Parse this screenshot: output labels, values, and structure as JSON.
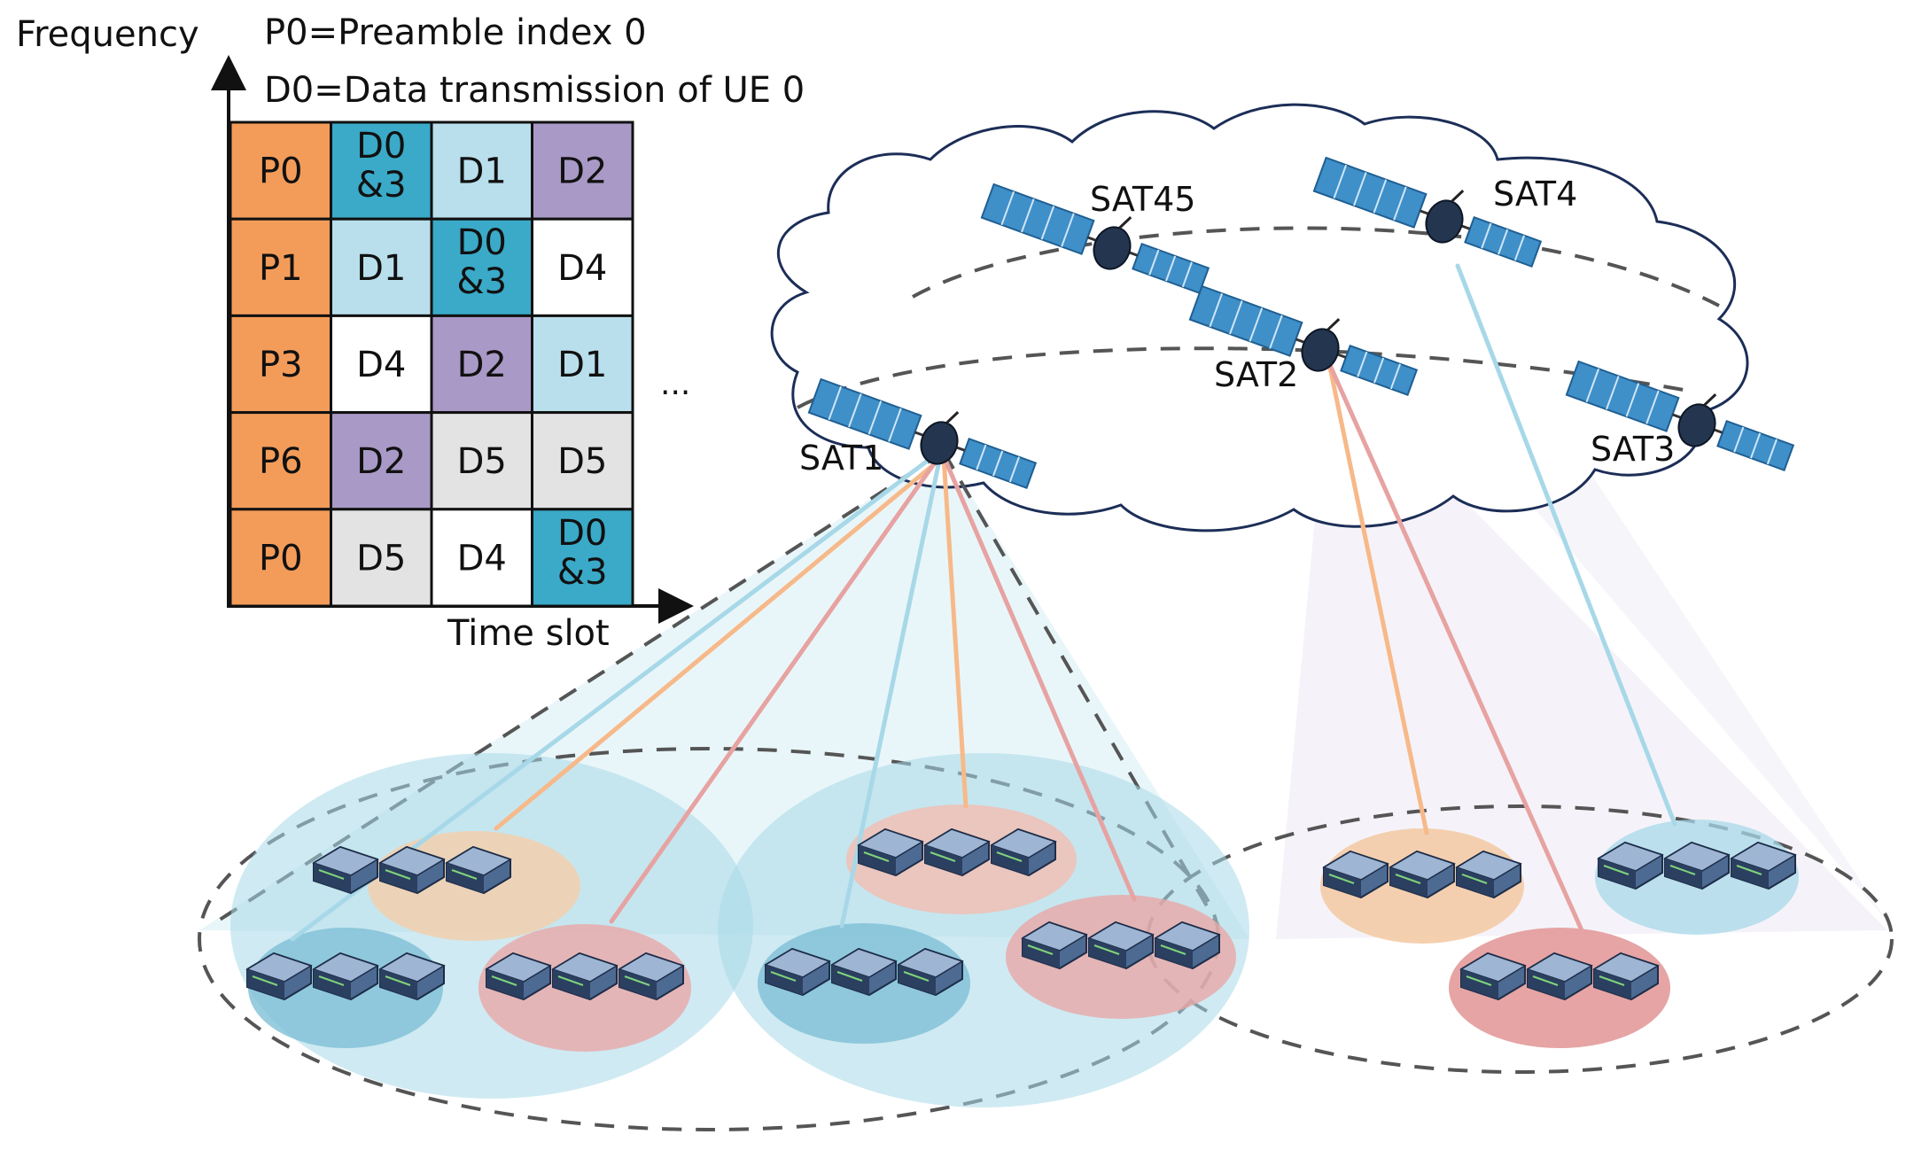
{
  "legend": {
    "frequency_label": "Frequency",
    "line1": "P0=Preamble index 0",
    "line2": "D0=Data transmission of UE 0",
    "time_label": "Time slot",
    "ellipsis": "..."
  },
  "grid": {
    "rows": [
      [
        {
          "t": "P0",
          "c": "orange"
        },
        {
          "t": "D0\n&3",
          "c": "teal"
        },
        {
          "t": "D1",
          "c": "lightblue"
        },
        {
          "t": "D2",
          "c": "purple"
        }
      ],
      [
        {
          "t": "P1",
          "c": "orange"
        },
        {
          "t": "D1",
          "c": "lightblue"
        },
        {
          "t": "D0\n&3",
          "c": "teal"
        },
        {
          "t": "D4",
          "c": "white"
        }
      ],
      [
        {
          "t": "P3",
          "c": "orange"
        },
        {
          "t": "D4",
          "c": "white"
        },
        {
          "t": "D2",
          "c": "purple"
        },
        {
          "t": "D1",
          "c": "lightblue"
        }
      ],
      [
        {
          "t": "P6",
          "c": "orange"
        },
        {
          "t": "D2",
          "c": "purple"
        },
        {
          "t": "D5",
          "c": "gray"
        },
        {
          "t": "D5",
          "c": "gray"
        }
      ],
      [
        {
          "t": "P0",
          "c": "orange"
        },
        {
          "t": "D5",
          "c": "gray"
        },
        {
          "t": "D4",
          "c": "white"
        },
        {
          "t": "D0\n&3",
          "c": "teal"
        }
      ]
    ],
    "colors": {
      "orange": "#f39c5a",
      "teal": "#3aaac8",
      "lightblue": "#b9dfec",
      "purple": "#a999c6",
      "white": "#ffffff",
      "gray": "#e3e3e3"
    }
  },
  "satellites": {
    "sat1": "SAT1",
    "sat2": "SAT2",
    "sat3": "SAT3",
    "sat4": "SAT4",
    "sat45": "SAT45"
  },
  "link_colors": {
    "blue": "#a7d8e8",
    "orange": "#f7b989",
    "red": "#e7a2a2"
  }
}
